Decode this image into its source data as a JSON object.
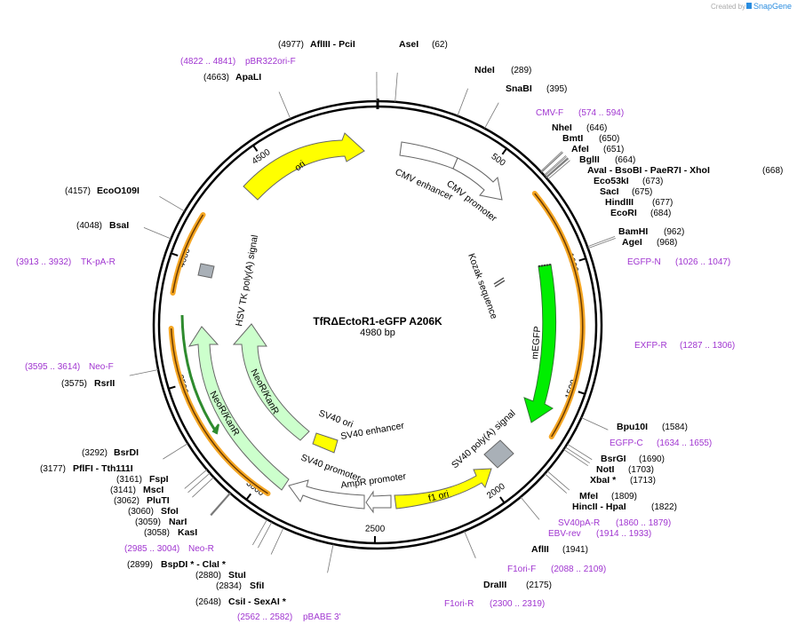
{
  "title": "TfRΔEctoR1-eGFP A206K",
  "length_label": "4980 bp",
  "total_bp": 4980,
  "brand": {
    "prefix": "Created by",
    "name": "SnapGene"
  },
  "colors": {
    "ori": "#ffff00",
    "egfp": "#00ee00",
    "kanr": "#ccffcc",
    "sv40ori": "#ffff00",
    "f1ori": "#ffff00",
    "primer": "#a035d0",
    "polyA": "#a9b0b7",
    "orange": "#f5a623"
  },
  "ticks": [
    {
      "label": "500",
      "bp": 500
    },
    {
      "label": "1000",
      "bp": 1000
    },
    {
      "label": "1500",
      "bp": 1500
    },
    {
      "label": "2000",
      "bp": 2000
    },
    {
      "label": "2500",
      "bp": 2500
    },
    {
      "label": "3000",
      "bp": 3000
    },
    {
      "label": "3500",
      "bp": 3500
    },
    {
      "label": "4000",
      "bp": 4000
    },
    {
      "label": "4500",
      "bp": 4500
    }
  ],
  "enzymes": [
    {
      "name": "AflIII  - PciI",
      "pos": "(4977)",
      "bp": 4977
    },
    {
      "name": "AseI",
      "pos": "(62)",
      "bp": 62
    },
    {
      "name": "NdeI",
      "pos": "(289)",
      "bp": 289
    },
    {
      "name": "SnaBI",
      "pos": "(395)",
      "bp": 395
    },
    {
      "name": "NheI",
      "pos": "(646)",
      "bp": 646
    },
    {
      "name": "BmtI",
      "pos": "(650)",
      "bp": 650
    },
    {
      "name": "AfeI",
      "pos": "(651)",
      "bp": 651
    },
    {
      "name": "BglII",
      "pos": "(664)",
      "bp": 664
    },
    {
      "name": "AvaI  - BsoBI  - PaeR7I  - XhoI",
      "pos": "(668)",
      "bp": 668
    },
    {
      "name": "Eco53kI",
      "pos": "(673)",
      "bp": 673
    },
    {
      "name": "SacI",
      "pos": "(675)",
      "bp": 675
    },
    {
      "name": "HindIII",
      "pos": "(677)",
      "bp": 677
    },
    {
      "name": "EcoRI",
      "pos": "(684)",
      "bp": 684
    },
    {
      "name": "BamHI",
      "pos": "(962)",
      "bp": 962
    },
    {
      "name": "AgeI",
      "pos": "(968)",
      "bp": 968
    },
    {
      "name": "Bpu10I",
      "pos": "(1584)",
      "bp": 1584
    },
    {
      "name": "BsrGI",
      "pos": "(1690)",
      "bp": 1690
    },
    {
      "name": "NotI",
      "pos": "(1703)",
      "bp": 1703
    },
    {
      "name": "XbaI *",
      "pos": "(1713)",
      "bp": 1713
    },
    {
      "name": "MfeI",
      "pos": "(1809)",
      "bp": 1809
    },
    {
      "name": "HincII  - HpaI",
      "pos": "(1822)",
      "bp": 1822
    },
    {
      "name": "AflII",
      "pos": "(1941)",
      "bp": 1941
    },
    {
      "name": "DraIII",
      "pos": "(2175)",
      "bp": 2175
    },
    {
      "name": "CsiI  - SexAI *",
      "pos": "(2648)",
      "bp": 2648
    },
    {
      "name": "SfiI",
      "pos": "(2834)",
      "bp": 2834
    },
    {
      "name": "StuI",
      "pos": "(2880)",
      "bp": 2880
    },
    {
      "name": "BspDI *  - ClaI *",
      "pos": "(2899)",
      "bp": 2899
    },
    {
      "name": "KasI",
      "pos": "(3058)",
      "bp": 3058
    },
    {
      "name": "NarI",
      "pos": "(3059)",
      "bp": 3059
    },
    {
      "name": "SfoI",
      "pos": "(3060)",
      "bp": 3060
    },
    {
      "name": "PluTI",
      "pos": "(3062)",
      "bp": 3062
    },
    {
      "name": "MscI",
      "pos": "(3141)",
      "bp": 3141
    },
    {
      "name": "FspI",
      "pos": "(3161)",
      "bp": 3161
    },
    {
      "name": "PflFI  - Tth111I",
      "pos": "(3177)",
      "bp": 3177
    },
    {
      "name": "BsrDI",
      "pos": "(3292)",
      "bp": 3292
    },
    {
      "name": "RsrII",
      "pos": "(3575)",
      "bp": 3575
    },
    {
      "name": "BsaI",
      "pos": "(4048)",
      "bp": 4048
    },
    {
      "name": "EcoO109I",
      "pos": "(4157)",
      "bp": 4157
    },
    {
      "name": "ApaLI",
      "pos": "(4663)",
      "bp": 4663
    }
  ],
  "primers": [
    {
      "name": "pBR322ori-F",
      "range": "(4822 .. 4841)"
    },
    {
      "name": "CMV-F",
      "range": "(574 .. 594)"
    },
    {
      "name": "EGFP-N",
      "range": "(1026 .. 1047)"
    },
    {
      "name": "EXFP-R",
      "range": "(1287 .. 1306)"
    },
    {
      "name": "EGFP-C",
      "range": "(1634 .. 1655)"
    },
    {
      "name": "SV40pA-R",
      "range": "(1860 .. 1879)"
    },
    {
      "name": "EBV-rev",
      "range": "(1914 .. 1933)"
    },
    {
      "name": "F1ori-F",
      "range": "(2088 .. 2109)"
    },
    {
      "name": "F1ori-R",
      "range": "(2300 .. 2319)"
    },
    {
      "name": "pBABE 3'",
      "range": "(2562 .. 2582)"
    },
    {
      "name": "Neo-R",
      "range": "(2985 .. 3004)"
    },
    {
      "name": "Neo-F",
      "range": "(3595 .. 3614)"
    },
    {
      "name": "TK-pA-R",
      "range": "(3913 .. 3932)"
    }
  ],
  "features": [
    {
      "name": "ori"
    },
    {
      "name": "CMV enhancer"
    },
    {
      "name": "CMV promoter"
    },
    {
      "name": "Kozak sequence"
    },
    {
      "name": "mEGFP"
    },
    {
      "name": "SV40 poly(A) signal"
    },
    {
      "name": "f1 ori"
    },
    {
      "name": "AmpR promoter"
    },
    {
      "name": "SV40 promoter"
    },
    {
      "name": "SV40 enhancer"
    },
    {
      "name": "SV40 ori"
    },
    {
      "name": "NeoR/KanR"
    },
    {
      "name": "NeoR/KanR"
    },
    {
      "name": "HSV TK poly(A) signal"
    }
  ]
}
